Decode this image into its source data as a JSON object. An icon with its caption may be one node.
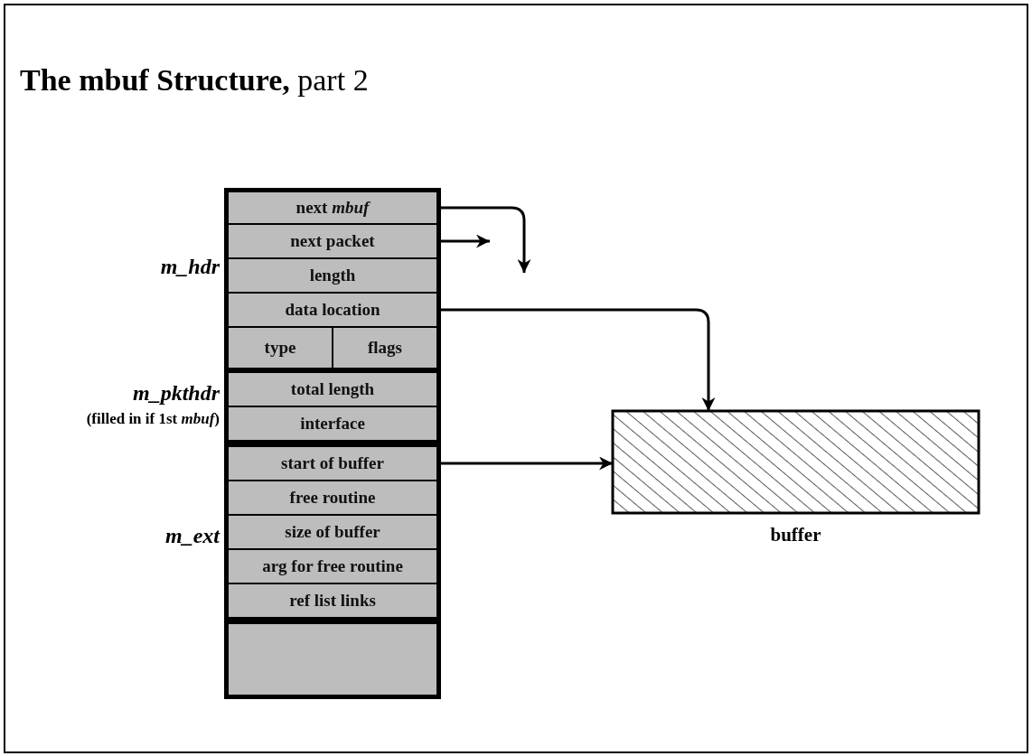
{
  "diagram": {
    "title": "**The mbuf Structure,** part 2",
    "nodes": [
      {
        "text": [],
        "shape": "box"
      },
      {
        "text": [
          "next *mbuf*"
        ],
        "in": 0
      },
      {
        "text": [
          "next packet"
        ],
        "in": 0
      },
      {
        "text": [
          "length"
        ],
        "in": 0
      },
      {
        "text": [
          "data location"
        ],
        "in": 0
      },
      {
        "text": [
          "type"
        ],
        "in": 0
      },
      {
        "text": [
          "flags"
        ],
        "in": 0
      },
      {
        "text": [
          "total length"
        ],
        "in": 0
      },
      {
        "text": [
          "interface"
        ],
        "in": 0
      },
      {
        "text": [
          "start of buffer"
        ],
        "in": 0
      },
      {
        "text": [
          "free routine"
        ],
        "in": 0
      },
      {
        "text": [
          "size of buffer"
        ],
        "in": 0
      },
      {
        "text": [
          "arg for free routine"
        ],
        "in": 0
      },
      {
        "text": [
          "ref list links"
        ],
        "in": 0
      },
      {
        "text": [],
        "shape": "box",
        "in": 0
      },
      {
        "text": [
          "buffer"
        ]
      }
    ],
    "edges": [
      {
        "from": 1,
        "to": null,
        "arrow": "to"
      },
      {
        "from": 2,
        "to": null,
        "arrow": "to"
      },
      {
        "from": 4,
        "to": 15,
        "arrow": "to"
      },
      {
        "from": 9,
        "to": 15,
        "arrow": "to"
      }
    ],
    "labels": [
      "m_hdr",
      "m_pkthdr",
      "(filled in if 1st *mbuf*)",
      "m_ext"
    ]
  }
}
